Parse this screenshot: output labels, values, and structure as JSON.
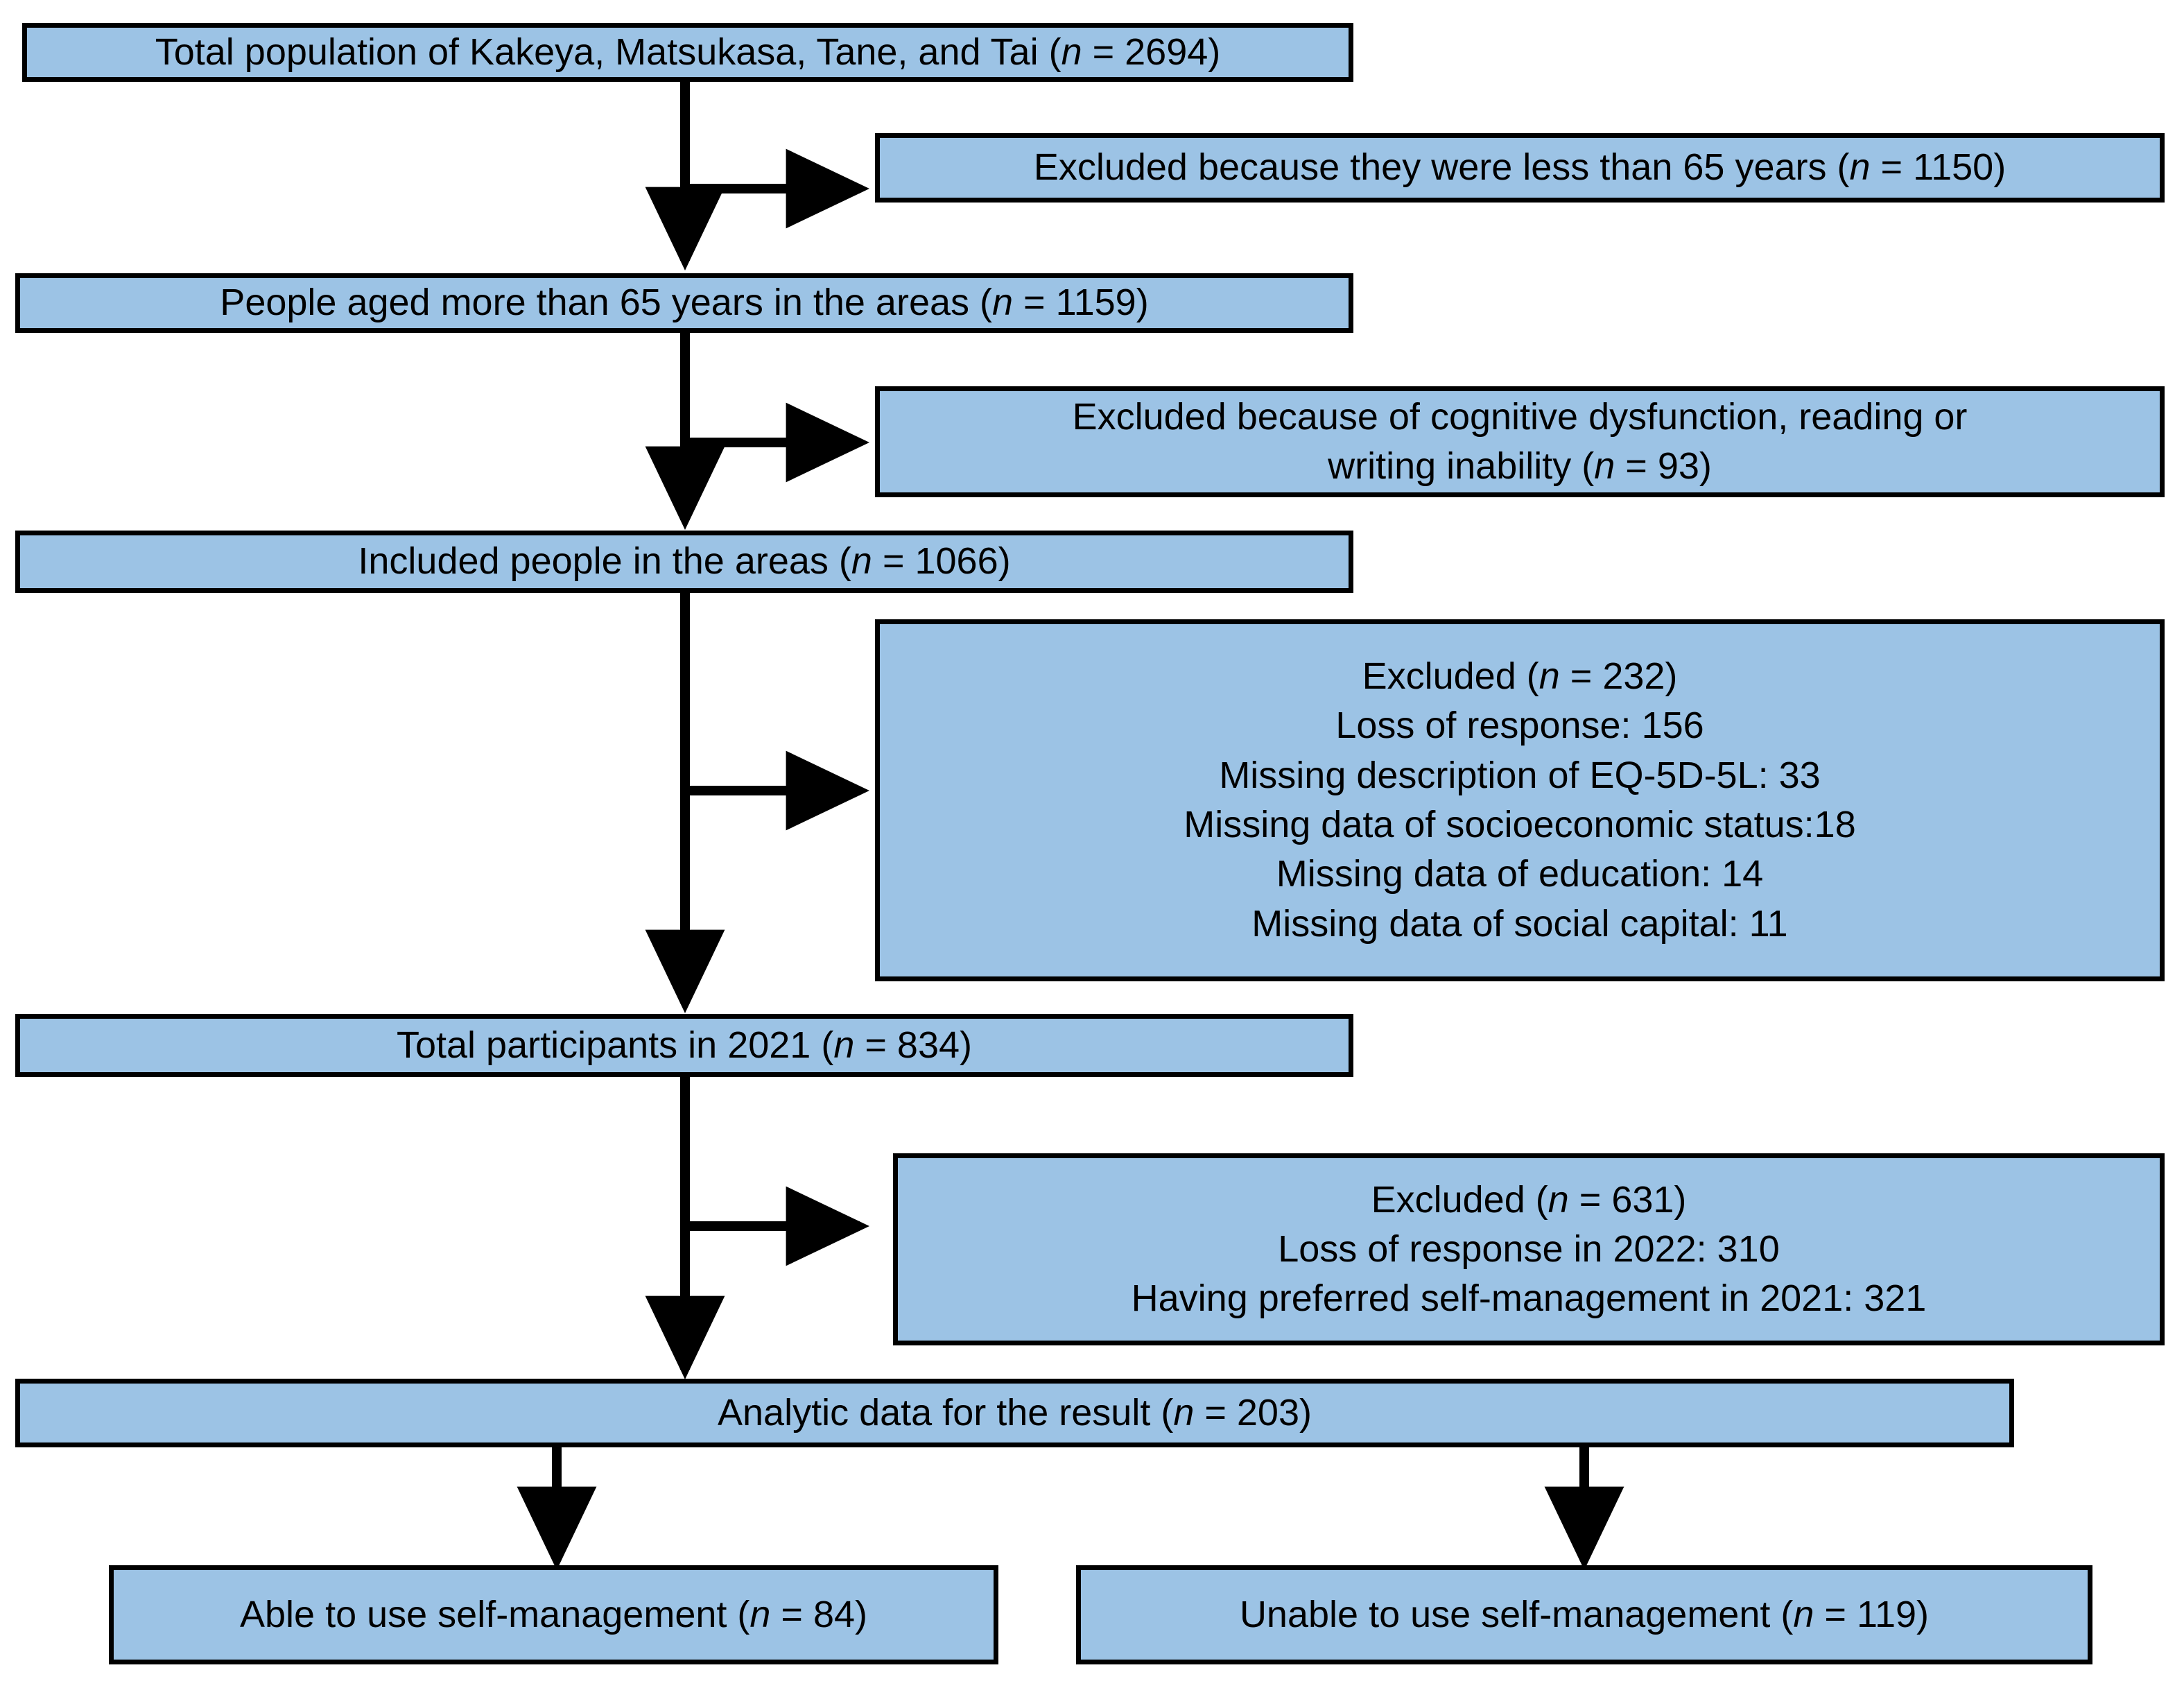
{
  "diagram": {
    "title": "Participant flow diagram",
    "colors": {
      "box_fill": "#9CC3E5",
      "box_border": "#000000",
      "connector": "#000000",
      "text": "#000000",
      "background": "#FFFFFF"
    },
    "nodes": {
      "total_population": {
        "line1_pre": "Total population of Kakeya, Matsukasa, Tane, and Tai (",
        "line1_n": "n",
        "line1_post": " = 2694)"
      },
      "excluded_age": {
        "line1_pre": "Excluded because they were less than 65 years (",
        "line1_n": "n",
        "line1_post": " = 1150)"
      },
      "aged_over_65": {
        "line1_pre": "People aged more than 65 years in the areas (",
        "line1_n": "n",
        "line1_post": " = 1159)"
      },
      "excluded_cognitive": {
        "line1": "Excluded because  of cognitive dysfunction, reading or",
        "line2_pre": "writing inability  (",
        "line2_n": "n",
        "line2_post": " = 93)"
      },
      "included_people": {
        "line1_pre": "Included people in the areas (",
        "line1_n": "n",
        "line1_post": " = 1066)"
      },
      "excluded_232": {
        "line1_pre": "Excluded (",
        "line1_n": "n",
        "line1_post": " = 232)",
        "line2": "Loss of response: 156",
        "line3": "Missing description of EQ-5D-5L: 33",
        "line4": "Missing data of socioeconomic status:18",
        "line5": "Missing data of education: 14",
        "line6": "Missing data of social capital: 11"
      },
      "total_participants": {
        "line1_pre": "Total participants in 2021 (",
        "line1_n": "n",
        "line1_post": " = 834)"
      },
      "excluded_631": {
        "line1_pre": "Excluded (",
        "line1_n": "n",
        "line1_post": " = 631)",
        "line2": "Loss of response in 2022: 310",
        "line3": "Having preferred self-management in 2021: 321"
      },
      "analytic_data": {
        "line1_pre": "Analytic data for the result (",
        "line1_n": "n",
        "line1_post": " = 203)"
      },
      "able_self_management": {
        "line1_pre": "Able to use self-management (",
        "line1_n": "n",
        "line1_post": " = 84)"
      },
      "unable_self_management": {
        "line1_pre": "Unable to use self-management (",
        "line1_n": "n",
        "line1_post": " = 119)"
      }
    }
  }
}
